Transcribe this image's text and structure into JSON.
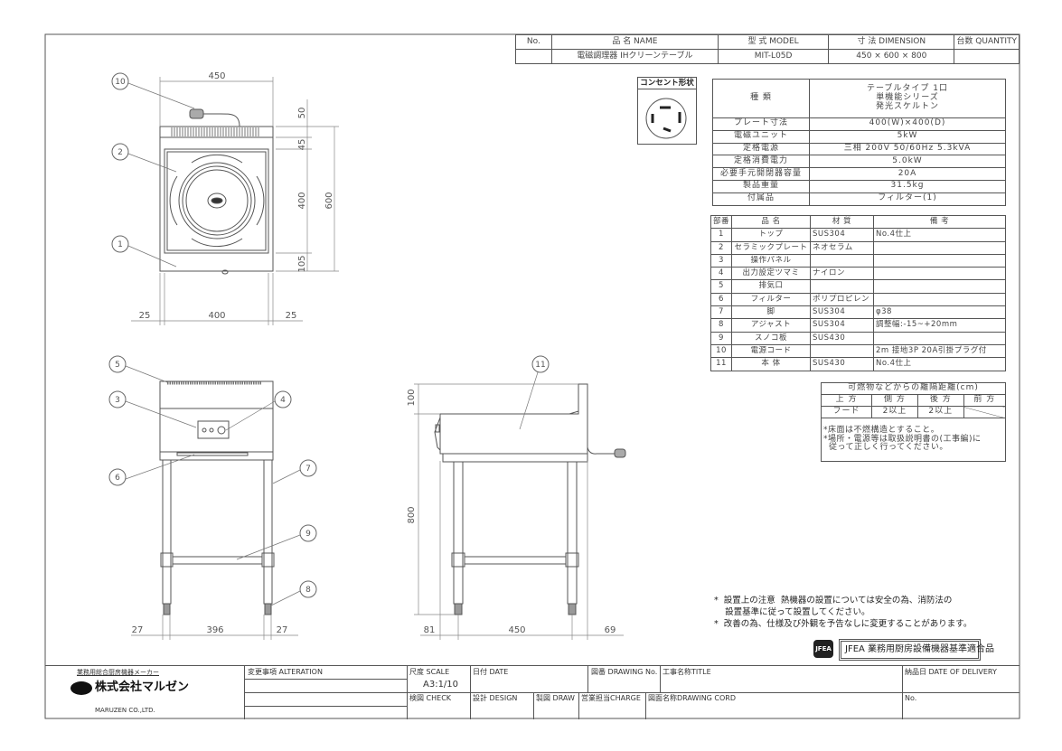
{
  "header": {
    "cols": [
      "No.",
      "品 名 NAME",
      "型 式 MODEL",
      "寸 法 DIMENSION",
      "台数 QUANTITY"
    ],
    "row": {
      "no": "",
      "name": "電磁調理器 IHクリーンテーブル",
      "model": "MIT-L05D",
      "dimension": "450 × 600 × 800",
      "quantity": ""
    }
  },
  "outlet": {
    "label": "コンセント形状"
  },
  "spec": {
    "rows": [
      {
        "label": "種 類",
        "value": [
          "テーブルタイプ 1口",
          "単機能シリーズ",
          "発光スケルトン"
        ]
      },
      {
        "label": "プレート寸法",
        "value": "400(W)×400(D)"
      },
      {
        "label": "電磁ユニット",
        "value": "5kW"
      },
      {
        "label": "定格電源",
        "value": "三相 200V 50/60Hz 5.3kVA"
      },
      {
        "label": "定格消費電力",
        "value": "5.0kW"
      },
      {
        "label": "必要手元開閉器容量",
        "value": "20A"
      },
      {
        "label": "製品重量",
        "value": "31.5kg"
      },
      {
        "label": "付属品",
        "value": "フィルター(1)"
      }
    ]
  },
  "parts": {
    "headers": [
      "部番",
      "品 名",
      "材 質",
      "備 考"
    ],
    "rows": [
      [
        "1",
        "トップ",
        "SUS304",
        "No.4仕上"
      ],
      [
        "2",
        "セラミックプレート",
        "ネオセラム",
        ""
      ],
      [
        "3",
        "操作パネル",
        "",
        ""
      ],
      [
        "4",
        "出力設定ツマミ",
        "ナイロン",
        ""
      ],
      [
        "5",
        "排気口",
        "",
        ""
      ],
      [
        "6",
        "フィルター",
        "ポリプロピレン",
        ""
      ],
      [
        "7",
        "脚",
        "SUS304",
        "φ38"
      ],
      [
        "8",
        "アジャスト",
        "SUS304",
        "調整幅:-15~+20mm"
      ],
      [
        "9",
        "スノコ板",
        "SUS430",
        ""
      ],
      [
        "10",
        "電源コード",
        "",
        "2m 接地3P 20A引掛プラグ付"
      ],
      [
        "11",
        "本 体",
        "SUS430",
        "No.4仕上"
      ]
    ]
  },
  "clearance": {
    "title": "可燃物などからの離隔距離(cm)",
    "headers": [
      "上 方",
      "側 方",
      "後 方",
      "前 方"
    ],
    "values": [
      "フード",
      "2以上",
      "2以上",
      ""
    ],
    "notes": [
      "*床面は不燃構造とすること。",
      "*場所・電源等は取扱説明書の(工事編)に",
      "従って正しく行ってください。"
    ]
  },
  "notes": [
    "*  設置上の注意  熱機器の設置については安全の為、消防法の",
    "    設置基準に従って設置してください。",
    "*  改善の為、仕様及び外観を予告なしに変更することがあります。"
  ],
  "jfea": {
    "logo": "JFEA",
    "label": "JFEA 業務用厨房設備機器基準適合品"
  },
  "titleblock": {
    "maker_tag": "業務用総合厨房機器メーカー",
    "company": "株式会社マルゼン",
    "company_en": "MARUZEN CO.,LTD.",
    "alteration": "変更事項 ALTERATION",
    "scale_label": "尺度 SCALE",
    "scale": "A3:1/10",
    "date": "日付 DATE",
    "drawing_no": "図番 DRAWING No.",
    "title": "工事名称TITLE",
    "delivery": "納品日 DATE OF DELIVERY",
    "check": "検図 CHECK",
    "design": "設計 DESIGN",
    "draw": "製図 DRAW",
    "charge": "営業担当CHARGE",
    "cord": "図面名称DRAWING CORD",
    "no": "No."
  },
  "balloons": {
    "b1": "1",
    "b2": "2",
    "b3": "3",
    "b4": "4",
    "b5": "5",
    "b6": "6",
    "b7": "7",
    "b8": "8",
    "b9": "9",
    "b10": "10",
    "b11": "11"
  },
  "dims": {
    "top_w": "450",
    "cord": "50",
    "band": "45",
    "plate_d": "400",
    "front": "105",
    "depth": "600",
    "side_l": "25",
    "plate_w": "400",
    "side_r": "25",
    "leg_l": "27",
    "leg_span": "396",
    "leg_r": "27",
    "back_h": "100",
    "height": "800",
    "side_front": "81",
    "side_span": "450",
    "side_back": "69"
  }
}
